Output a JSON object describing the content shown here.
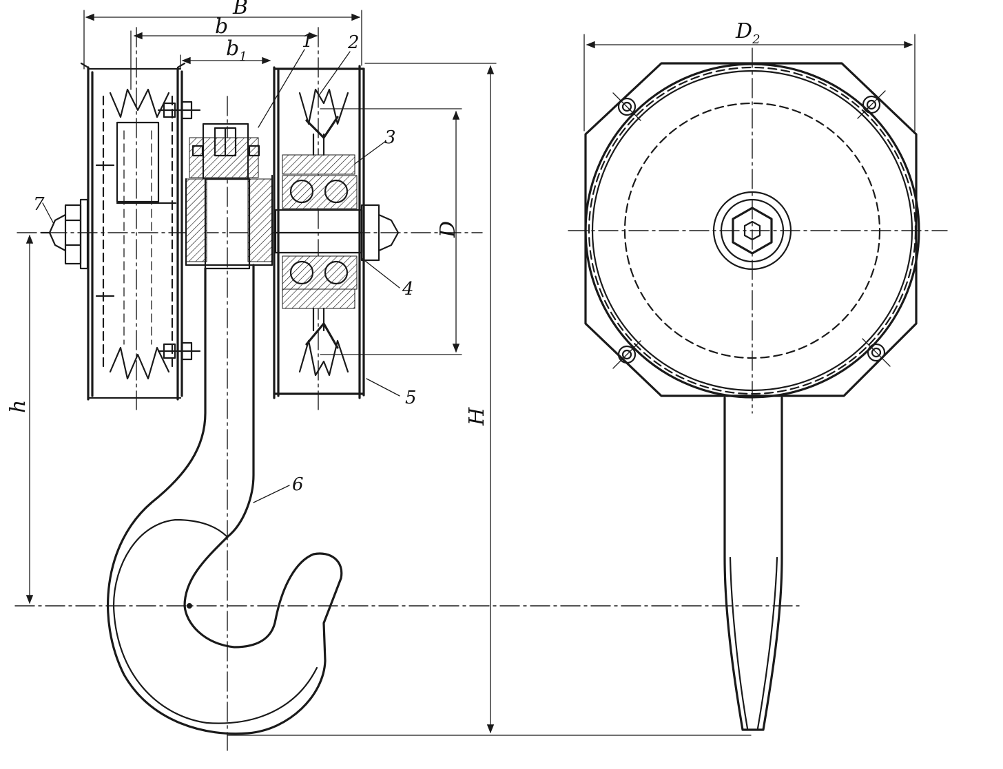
{
  "labels": {
    "dim_B": "B",
    "dim_b": "b",
    "dim_b1_main": "b",
    "dim_b1_sub": "1",
    "dim_D": "D",
    "dim_D2_main": "D",
    "dim_D2_sub": "2",
    "dim_H": "H",
    "dim_h": "h"
  },
  "callouts": {
    "n1": "1",
    "n2": "2",
    "n3": "3",
    "n4": "4",
    "n5": "5",
    "n6": "6",
    "n7": "7"
  },
  "colors": {
    "ink": "#1a1a1a",
    "paper": "#ffffff"
  }
}
